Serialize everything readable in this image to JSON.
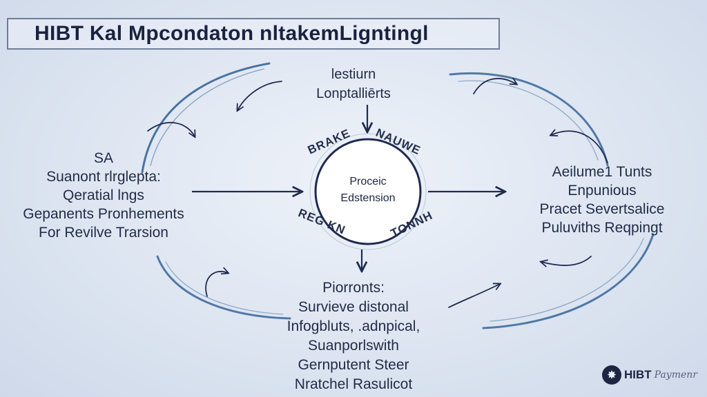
{
  "title": "HIBT Kal Mpcondaton nltakemLigntingl",
  "top_block": {
    "lines": [
      "lestiurn",
      "Lonptalliērts"
    ]
  },
  "left_block": {
    "lines": [
      "SA",
      "Suanont rlrglepta:",
      "Qeratial lngs",
      "Gepanents Pronhements",
      "For Revilve Trarsion"
    ]
  },
  "right_block": {
    "lines": [
      "Aeilume1 Tunts",
      "Enpunious",
      "Pracet Severtsalice",
      "Puluviths Reqpingt"
    ]
  },
  "bottom_block": {
    "lines": [
      "Piorronts:",
      "Survieve distonal",
      "Infogbluts, .adnpical,",
      "Suanporlswith",
      "Gernputent Steer",
      "Nratchel Rasulicot"
    ]
  },
  "center": {
    "lines": [
      "Proceic",
      "Edstension"
    ],
    "ring_labels": {
      "top_left": "BRAKE",
      "top_right": "NAUWE",
      "bottom_left": "REG KN",
      "bottom_right": "TONNH"
    }
  },
  "brand": {
    "icon_glyph": "✸",
    "name": "HIBT",
    "script": "Paymenr"
  },
  "colors": {
    "arrow": "#1f2a4f",
    "swoosh": "#2d5d94",
    "background": "#dde5f1"
  }
}
